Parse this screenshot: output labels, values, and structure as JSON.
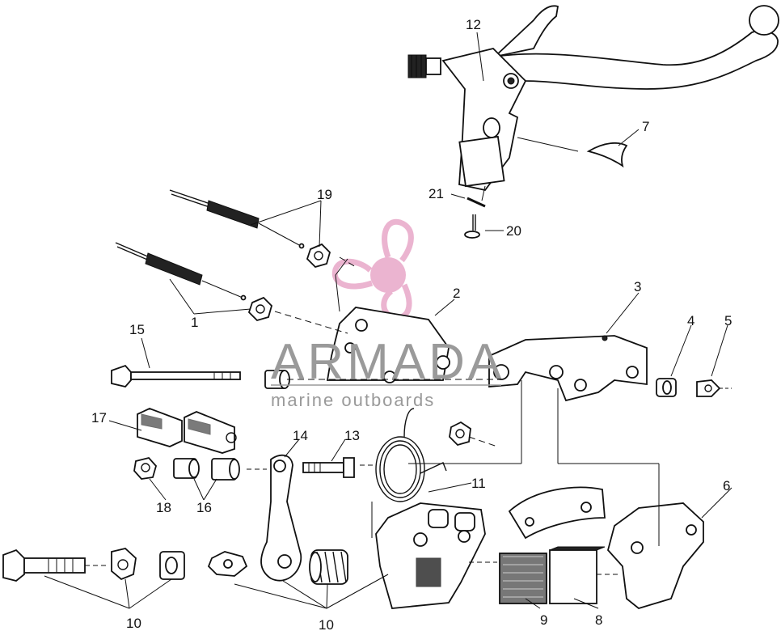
{
  "watermark": {
    "brand": "ARMADA",
    "tagline": "marine outboards",
    "logo_color": "#e8a7c8",
    "text_color": "#9a9a9a"
  },
  "callouts": {
    "c1": "1",
    "c2": "2",
    "c3": "3",
    "c4": "4",
    "c5": "5",
    "c6": "6",
    "c7": "7",
    "c8": "8",
    "c9": "9",
    "c10a": "10",
    "c10b": "10",
    "c11": "11",
    "c12": "12",
    "c13": "13",
    "c14": "14",
    "c15": "15",
    "c16": "16",
    "c17": "17",
    "c18": "18",
    "c19": "19",
    "c20": "20",
    "c21": "21"
  }
}
